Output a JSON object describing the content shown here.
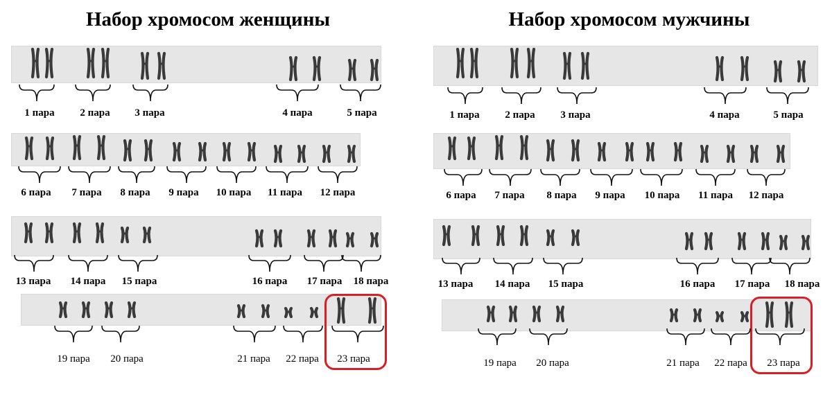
{
  "colors": {
    "highlight": "#d61f26",
    "strip": "#e6e6e6",
    "chromosome": "#333333"
  },
  "panels": [
    {
      "id": "female",
      "title": "Набор хромосом женщины",
      "labels": {
        "p1": "1 пара",
        "p2": "2 пара",
        "p3": "3 пара",
        "p4": "4 пара",
        "p5": "5 пара",
        "p6": "6 пара",
        "p7": "7 пара",
        "p8": "8 пара",
        "p9": "9 пара",
        "p10": "10 пара",
        "p11": "11 пара",
        "p12": "12 пара",
        "p13": "13 пара",
        "p14": "14 пара",
        "p15": "15 пара",
        "p16": "16 пара",
        "p17": "17 пара",
        "p18": "18 пара",
        "p19": "19 пара",
        "p20": "20 пара",
        "p21": "21 пара",
        "p22": "22 пара",
        "p23": "23 пара"
      }
    },
    {
      "id": "male",
      "title": "Набор хромосом мужчины",
      "labels": {
        "p1": "1 пара",
        "p2": "2 пара",
        "p3": "3 пара",
        "p4": "4 пара",
        "p5": "5 пара",
        "p6": "6 пара",
        "p7": "7 пара",
        "p8": "8 пара",
        "p9": "9 пара",
        "p10": "10 пара",
        "p11": "11 пара",
        "p12": "12 пара",
        "p13": "13 пара",
        "p14": "14 пара",
        "p15": "15 пара",
        "p16": "16 пара",
        "p17": "17 пара",
        "p18": "18 пара",
        "p19": "19 пара",
        "p20": "20 пара",
        "p21": "21 пара",
        "p22": "22 пара",
        "p23": "23 пара"
      }
    }
  ]
}
